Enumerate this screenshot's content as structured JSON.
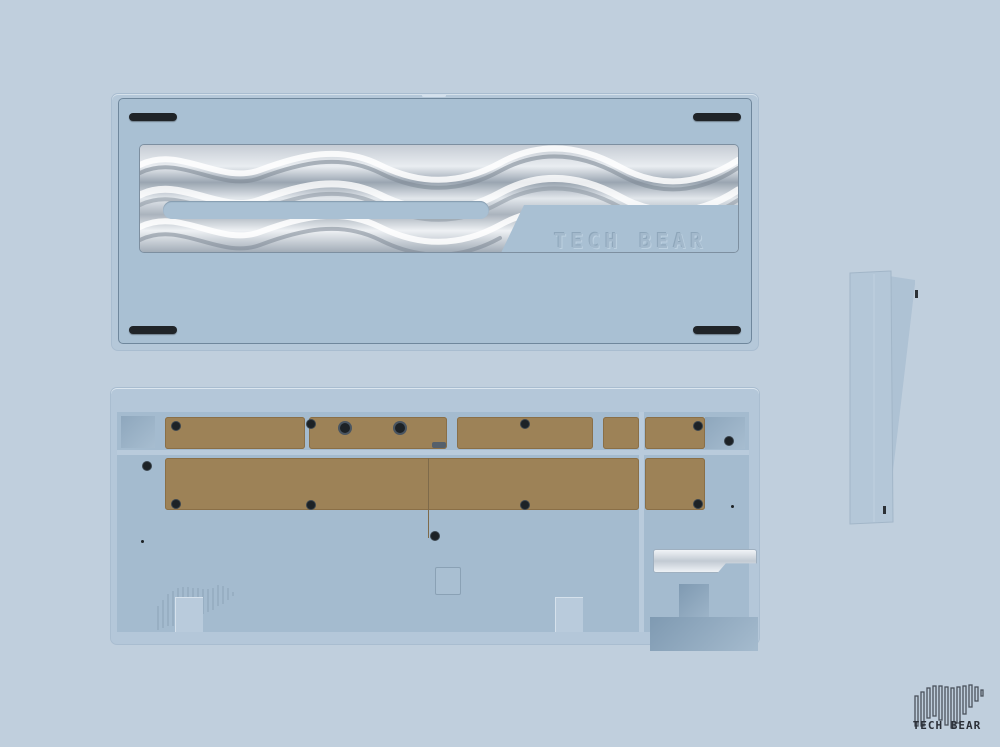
{
  "scene": {
    "description": "Product render of a blue keyboard case: bottom case, top case interior, and side profile",
    "background_color": "#c0cfdd",
    "case_color": "#b4c7d9",
    "pcb_color": "#9d8257"
  },
  "bottom_case": {
    "emboss_text": "TECH BEAR",
    "feet_count": 4,
    "feature": "wavy metallic weight window with slot"
  },
  "top_case": {
    "feature": "internal tray with brass-colored PCB plates and screw holes"
  },
  "side_profile": {
    "feature": "angled side view of case"
  },
  "logo": {
    "text": "TECH BEAR",
    "icon": "bear-bars-icon"
  }
}
